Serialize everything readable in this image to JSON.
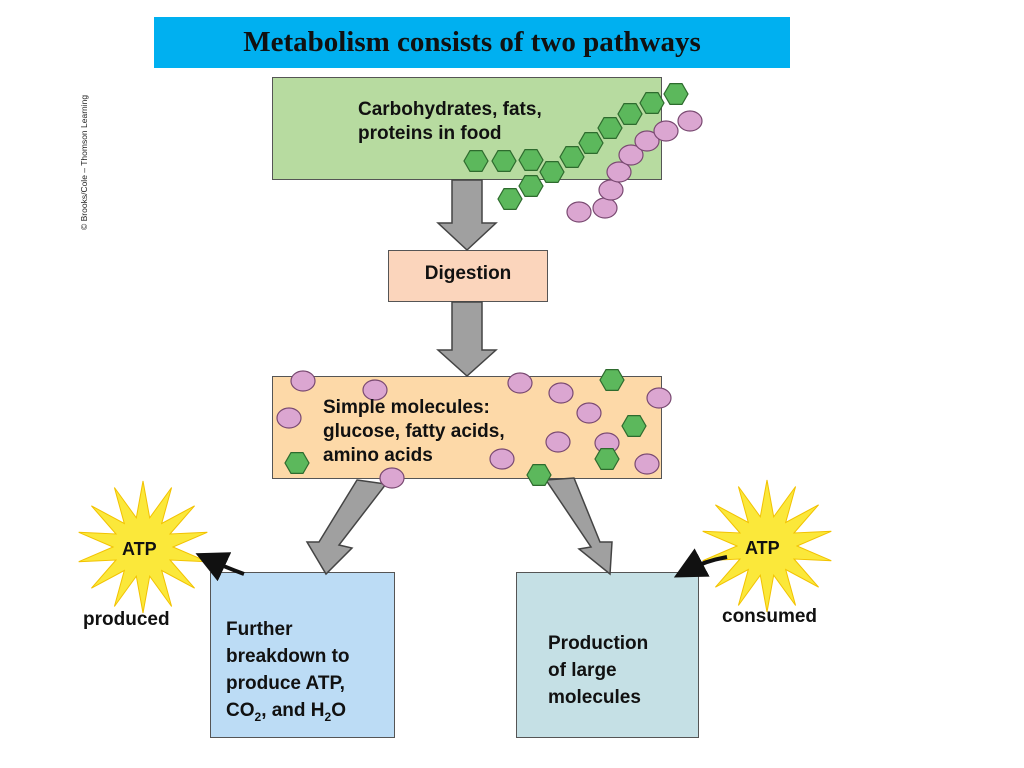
{
  "title": "Metabolism consists of two pathways",
  "credit": "© Brooks/Cole – Thomson Learning",
  "nodes": {
    "food": [
      "Carbohydrates, fats,",
      "proteins in food"
    ],
    "digestion": "Digestion",
    "simple": [
      "Simple molecules:",
      "glucose, fatty acids,",
      "amino acids"
    ],
    "breakdown": {
      "line1": "Further",
      "line2": "breakdown to",
      "line3": "produce ATP,",
      "line4_a": "CO",
      "line4_sub1": "2",
      "line4_b": ", and H",
      "line4_sub2": "2",
      "line4_c": "O"
    },
    "production": [
      "Production",
      "of large",
      "molecules"
    ]
  },
  "atp": {
    "left": {
      "label": "ATP",
      "caption": "produced"
    },
    "right": {
      "label": "ATP",
      "caption": "consumed"
    }
  },
  "colors": {
    "title_bg": "#00b0f0",
    "food": "#b7dba0",
    "digestion": "#fbd5bc",
    "simple": "#fdd9a8",
    "breakdown": "#bcdcf5",
    "production": "#c5e0e5",
    "hexagon": "#5cb85c",
    "circle": "#dba6d1",
    "burst": "#fbe83a"
  }
}
